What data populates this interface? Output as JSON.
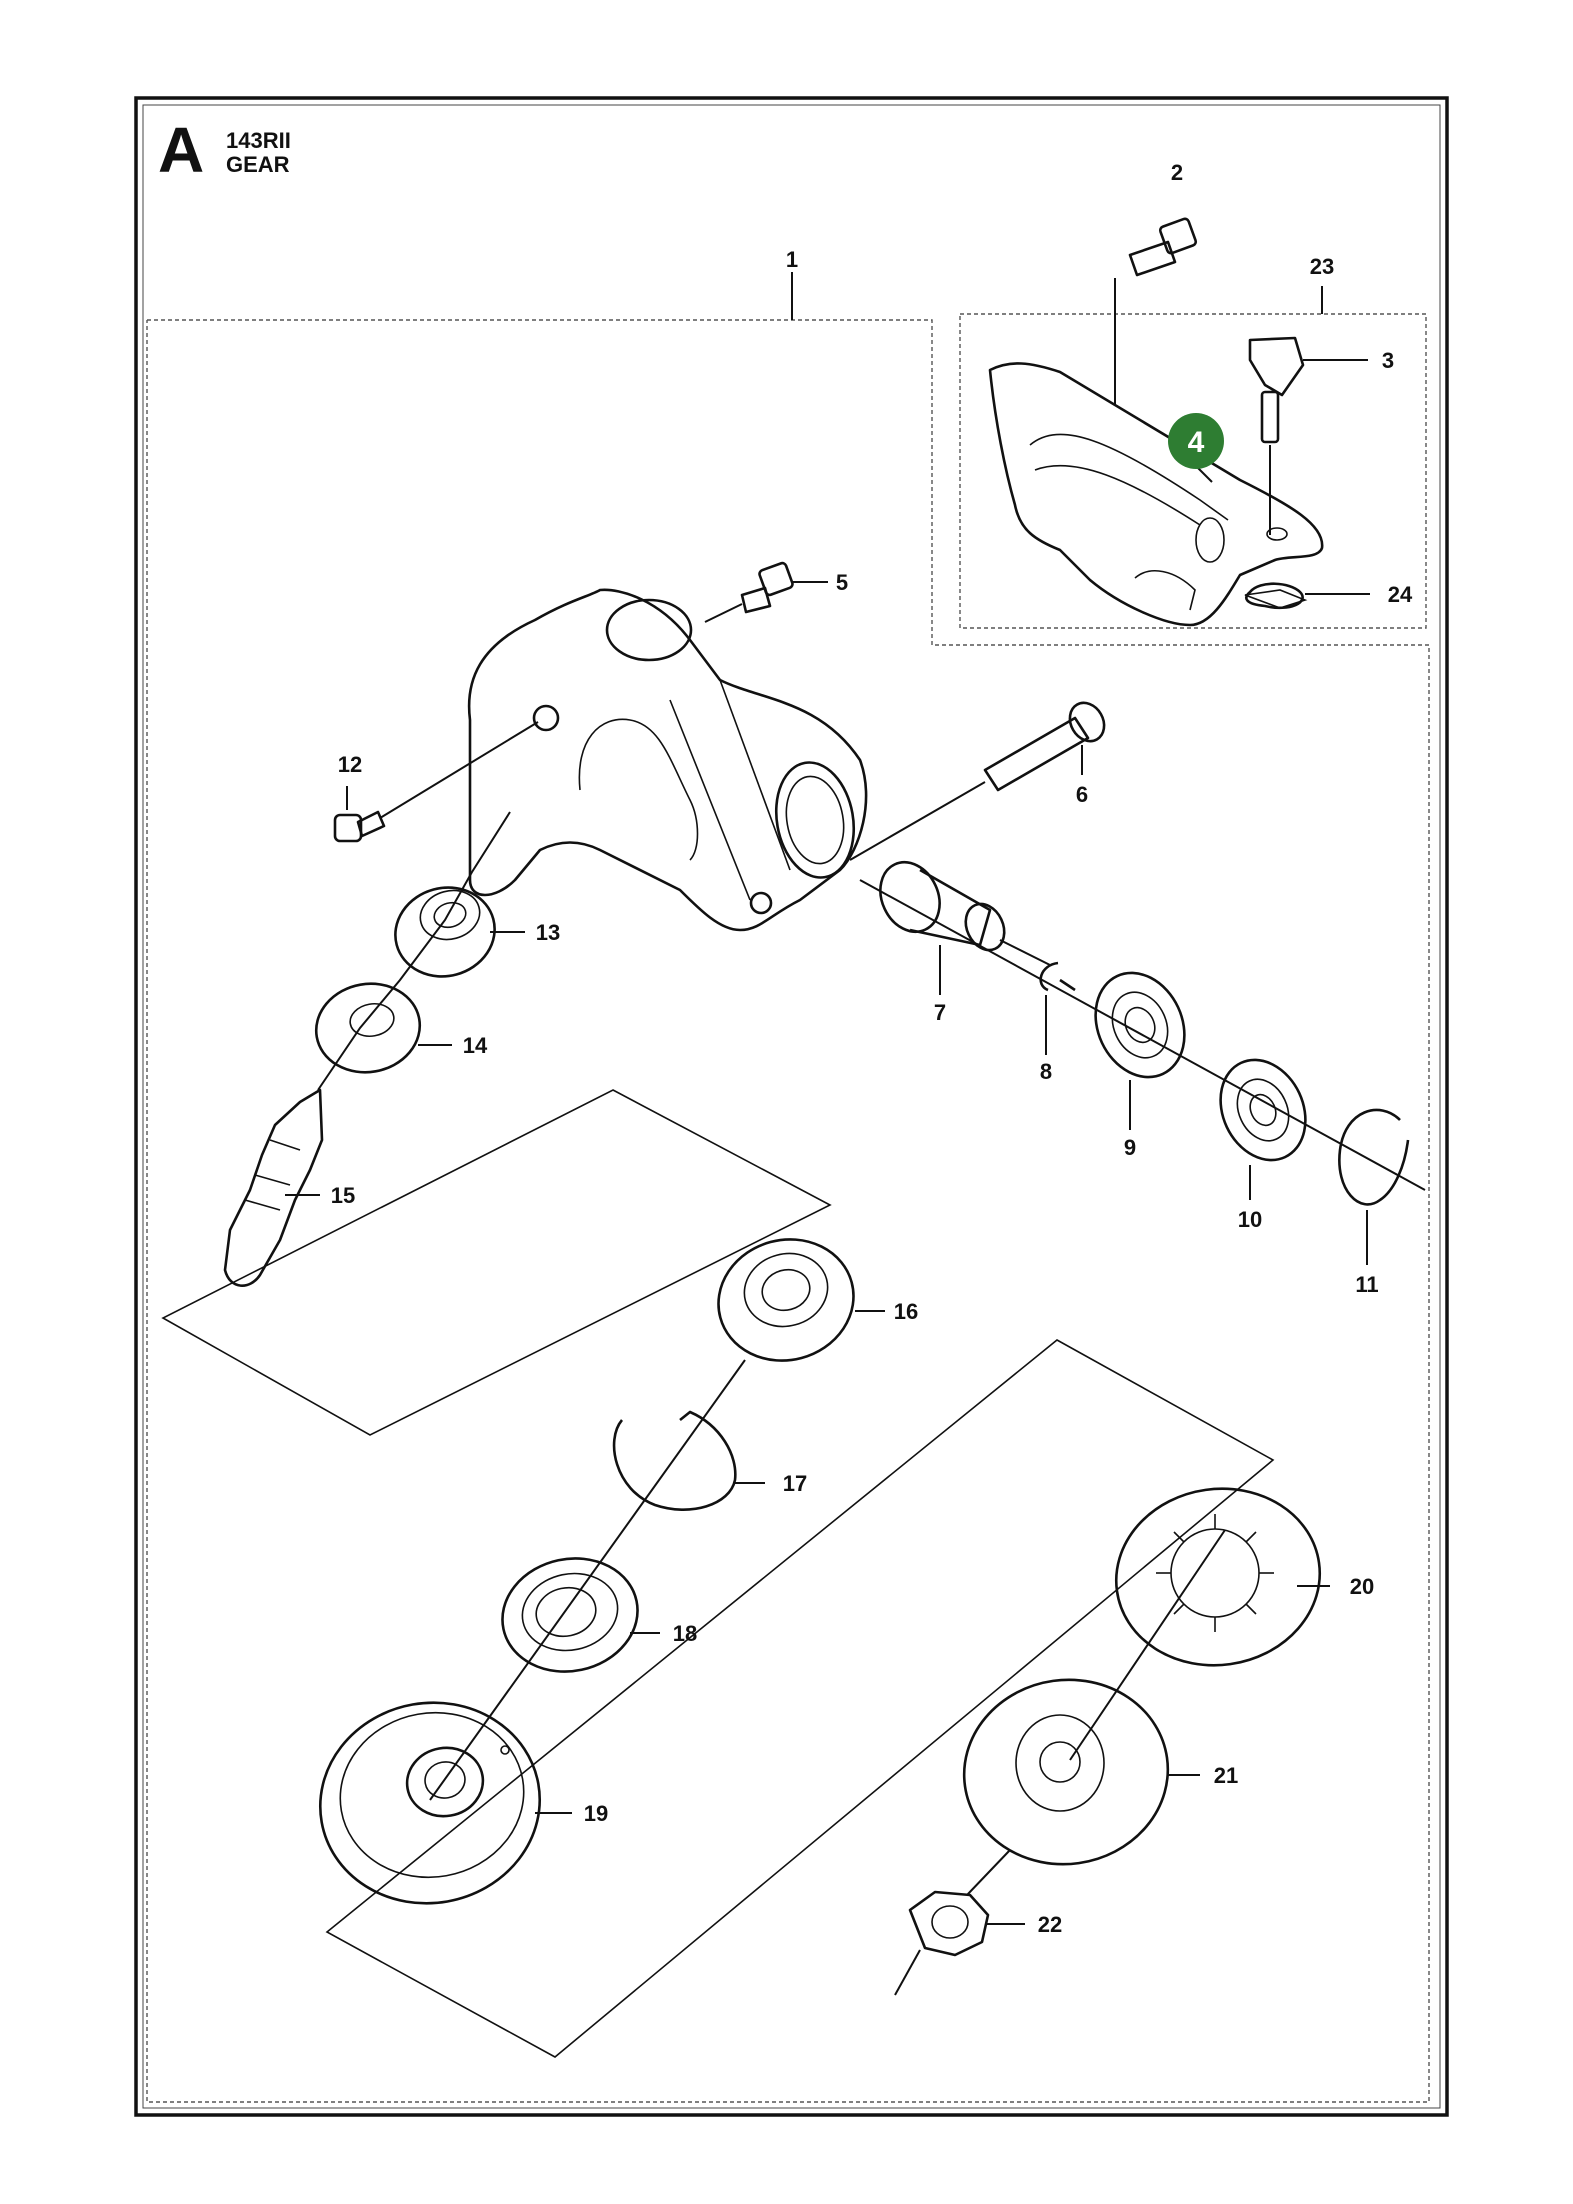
{
  "header": {
    "section_letter": "A",
    "model": "143RII",
    "title": "GEAR"
  },
  "highlight": {
    "label": "4",
    "color": "#2e7d32"
  },
  "callouts": {
    "c1": "1",
    "c2": "2",
    "c3": "3",
    "c5": "5",
    "c6": "6",
    "c7": "7",
    "c8": "8",
    "c9": "9",
    "c10": "10",
    "c11": "11",
    "c12": "12",
    "c13": "13",
    "c14": "14",
    "c15": "15",
    "c16": "16",
    "c17": "17",
    "c18": "18",
    "c19": "19",
    "c20": "20",
    "c21": "21",
    "c22": "22",
    "c23": "23",
    "c24": "24"
  }
}
